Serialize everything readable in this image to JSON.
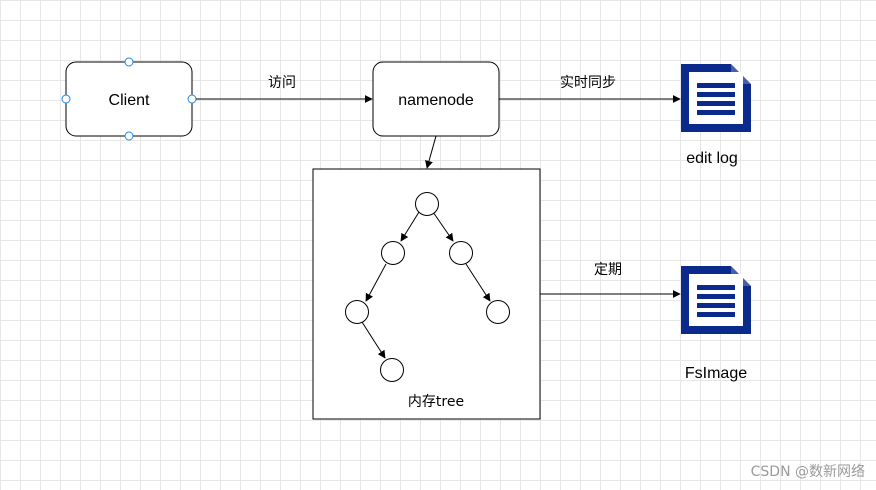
{
  "diagram": {
    "nodes": {
      "client": "Client",
      "namenode": "namenode",
      "edit_log": "edit log",
      "fsimage": "FsImage",
      "memory_tree": "内存tree"
    },
    "edges": {
      "access": "访问",
      "realtime_sync": "实时同步",
      "periodic": "定期"
    },
    "icons": {
      "document": "document-icon"
    },
    "colors": {
      "document_icon": "#0a2a8c",
      "line": "#000000",
      "handle": "#1e88e5"
    }
  },
  "watermark": "CSDN @数新网络"
}
